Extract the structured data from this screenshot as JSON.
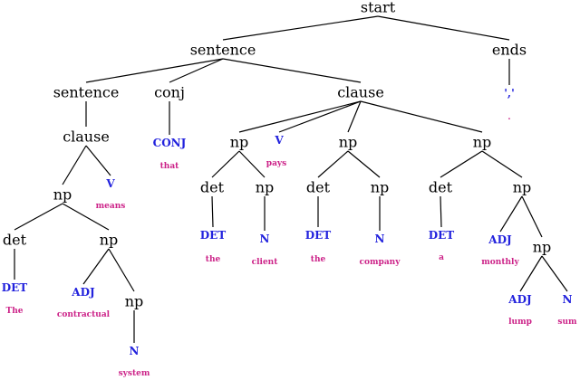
{
  "colors": {
    "pos": "#2222dd",
    "word": "#cc2288",
    "nonterminal": "#000000",
    "edge": "#000000"
  },
  "tree": {
    "nodes": [
      {
        "id": "start",
        "label": "start",
        "kind": "nt"
      },
      {
        "id": "s0",
        "label": "sentence",
        "kind": "nt"
      },
      {
        "id": "ends",
        "label": "ends",
        "kind": "nt"
      },
      {
        "id": "s1",
        "label": "sentence",
        "kind": "nt"
      },
      {
        "id": "conj",
        "label": "conj",
        "kind": "nt"
      },
      {
        "id": "clause1",
        "label": "clause",
        "kind": "nt"
      },
      {
        "id": "punct",
        "label": "','",
        "kind": "pos"
      },
      {
        "id": "dot",
        "label": ".",
        "kind": "word"
      },
      {
        "id": "clause0",
        "label": "clause",
        "kind": "nt"
      },
      {
        "id": "conjPos",
        "label": "CONJ",
        "kind": "pos"
      },
      {
        "id": "that",
        "label": "that",
        "kind": "word"
      },
      {
        "id": "np1",
        "label": "np",
        "kind": "nt"
      },
      {
        "id": "v1",
        "label": "V",
        "kind": "pos"
      },
      {
        "id": "pays",
        "label": "pays",
        "kind": "word"
      },
      {
        "id": "np2",
        "label": "np",
        "kind": "nt"
      },
      {
        "id": "np3",
        "label": "np",
        "kind": "nt"
      },
      {
        "id": "np0",
        "label": "np",
        "kind": "nt"
      },
      {
        "id": "v0",
        "label": "V",
        "kind": "pos"
      },
      {
        "id": "means",
        "label": "means",
        "kind": "word"
      },
      {
        "id": "det1",
        "label": "det",
        "kind": "nt"
      },
      {
        "id": "np1b",
        "label": "np",
        "kind": "nt"
      },
      {
        "id": "det2",
        "label": "det",
        "kind": "nt"
      },
      {
        "id": "np2b",
        "label": "np",
        "kind": "nt"
      },
      {
        "id": "det3",
        "label": "det",
        "kind": "nt"
      },
      {
        "id": "np3b",
        "label": "np",
        "kind": "nt"
      },
      {
        "id": "det0",
        "label": "det",
        "kind": "nt"
      },
      {
        "id": "np0b",
        "label": "np",
        "kind": "nt"
      },
      {
        "id": "detPos1",
        "label": "DET",
        "kind": "pos"
      },
      {
        "id": "the1",
        "label": "the",
        "kind": "word"
      },
      {
        "id": "nPos1",
        "label": "N",
        "kind": "pos"
      },
      {
        "id": "client",
        "label": "client",
        "kind": "word"
      },
      {
        "id": "detPos2",
        "label": "DET",
        "kind": "pos"
      },
      {
        "id": "the2",
        "label": "the",
        "kind": "word"
      },
      {
        "id": "nPos2",
        "label": "N",
        "kind": "pos"
      },
      {
        "id": "company",
        "label": "company",
        "kind": "word"
      },
      {
        "id": "detPos3",
        "label": "DET",
        "kind": "pos"
      },
      {
        "id": "a",
        "label": "a",
        "kind": "word"
      },
      {
        "id": "adjPos3",
        "label": "ADJ",
        "kind": "pos"
      },
      {
        "id": "monthly",
        "label": "monthly",
        "kind": "word"
      },
      {
        "id": "np3c",
        "label": "np",
        "kind": "nt"
      },
      {
        "id": "detPos0",
        "label": "DET",
        "kind": "pos"
      },
      {
        "id": "The",
        "label": "The",
        "kind": "word"
      },
      {
        "id": "adjPos0",
        "label": "ADJ",
        "kind": "pos"
      },
      {
        "id": "contractual",
        "label": "contractual",
        "kind": "word"
      },
      {
        "id": "np0c",
        "label": "np",
        "kind": "nt"
      },
      {
        "id": "adjLump",
        "label": "ADJ",
        "kind": "pos"
      },
      {
        "id": "lump",
        "label": "lump",
        "kind": "word"
      },
      {
        "id": "nSum",
        "label": "N",
        "kind": "pos"
      },
      {
        "id": "sum",
        "label": "sum",
        "kind": "word"
      },
      {
        "id": "nSys",
        "label": "N",
        "kind": "pos"
      },
      {
        "id": "system",
        "label": "system",
        "kind": "word"
      }
    ],
    "edges": [
      [
        "start",
        "s0"
      ],
      [
        "start",
        "ends"
      ],
      [
        "s0",
        "s1"
      ],
      [
        "s0",
        "conj"
      ],
      [
        "s0",
        "clause1"
      ],
      [
        "ends",
        "punct"
      ],
      [
        "s1",
        "clause0"
      ],
      [
        "conj",
        "conjPos"
      ],
      [
        "clause1",
        "np1"
      ],
      [
        "clause1",
        "v1"
      ],
      [
        "clause1",
        "np2"
      ],
      [
        "clause1",
        "np3"
      ],
      [
        "clause0",
        "np0"
      ],
      [
        "clause0",
        "v0"
      ],
      [
        "np1",
        "det1"
      ],
      [
        "np1",
        "np1b"
      ],
      [
        "np2",
        "det2"
      ],
      [
        "np2",
        "np2b"
      ],
      [
        "np3",
        "det3"
      ],
      [
        "np3",
        "np3b"
      ],
      [
        "np0",
        "det0"
      ],
      [
        "np0",
        "np0b"
      ],
      [
        "det1",
        "detPos1"
      ],
      [
        "np1b",
        "nPos1"
      ],
      [
        "det2",
        "detPos2"
      ],
      [
        "np2b",
        "nPos2"
      ],
      [
        "det3",
        "detPos3"
      ],
      [
        "np3b",
        "adjPos3"
      ],
      [
        "np3b",
        "np3c"
      ],
      [
        "det0",
        "detPos0"
      ],
      [
        "np0b",
        "adjPos0"
      ],
      [
        "np0b",
        "np0c"
      ],
      [
        "np3c",
        "adjLump"
      ],
      [
        "np3c",
        "nSum"
      ],
      [
        "np0c",
        "nSys"
      ]
    ]
  }
}
